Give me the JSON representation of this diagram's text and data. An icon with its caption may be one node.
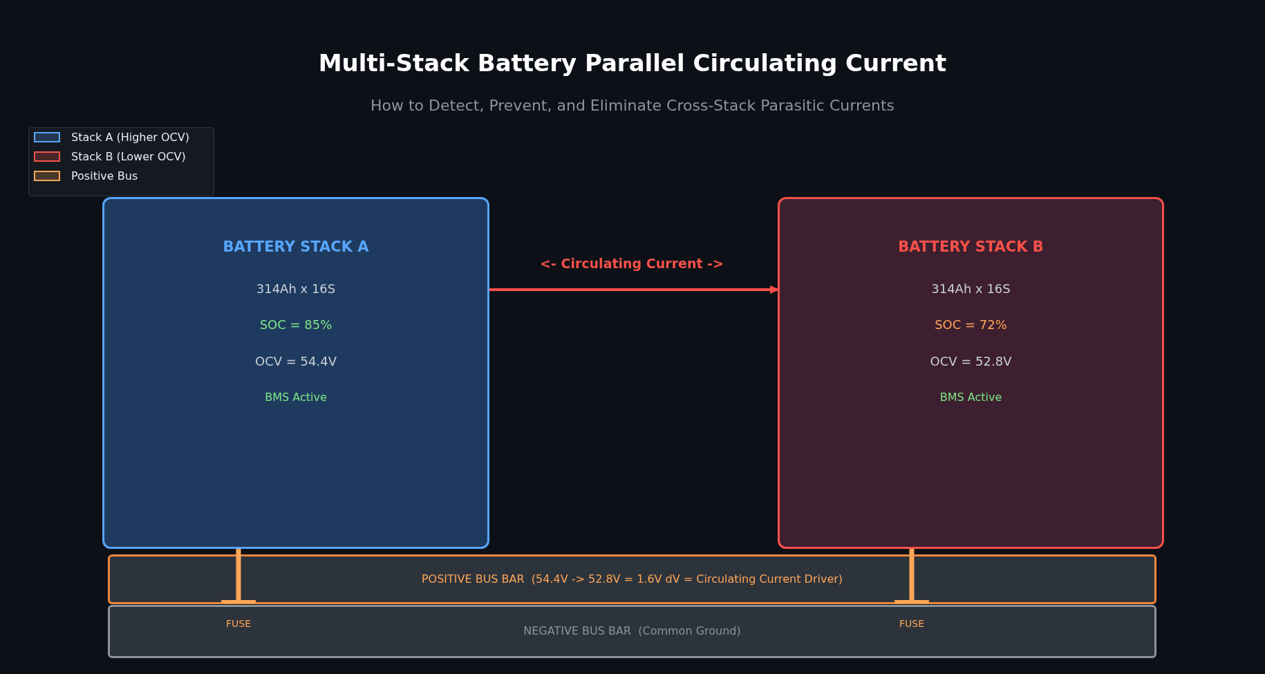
{
  "diagram": {
    "title": "Multi-Stack Battery Parallel Circulating Current",
    "nodes": [
      {
        "text": [
          "BATTERY STACK A",
          "314Ah x 16S",
          "SOC = 85%",
          "OCV = 54.4V",
          "BMS Active"
        ]
      },
      {
        "text": [
          "BATTERY STACK B",
          "314Ah x 16S",
          "SOC = 72%",
          "OCV = 52.8V",
          "BMS Active"
        ]
      },
      {
        "text": [
          "POSITIVE BUS BAR  (54.4V -> 52.8V = 1.6V dV = Circulating Current Driver)"
        ]
      },
      {
        "text": [
          "NEGATIVE BUS BAR  (Common Ground)"
        ]
      }
    ],
    "edges": [
      {
        "from": 0,
        "to": 1,
        "arrow": "to",
        "label": "<- Circulating Current ->",
        "color": "#f85149"
      },
      {
        "from": 0,
        "to": 2,
        "arrow": "other",
        "label": "FUSE"
      },
      {
        "from": 1,
        "to": 2,
        "arrow": "other",
        "label": "FUSE"
      }
    ],
    "labels": [
      "How to Detect, Prevent, and Eliminate Cross-Stack Parasitic Currents"
    ],
    "legend": [
      {
        "text": "Stack A (Higher OCV)",
        "color": "#58a6ff"
      },
      {
        "text": "Stack B (Lower OCV)",
        "color": "#f85149"
      },
      {
        "text": "Positive Bus",
        "color": "#ffa657"
      }
    ]
  }
}
